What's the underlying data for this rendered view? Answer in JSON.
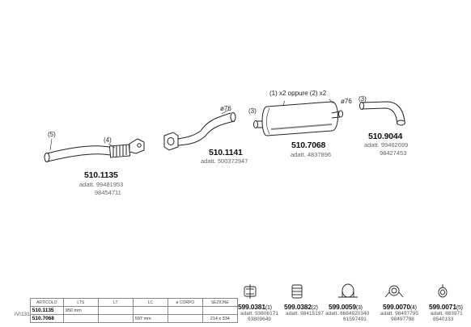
{
  "parts": {
    "front_pipe": {
      "code": "510.1135",
      "adapt": "adatt. 99481953",
      "adapt2": "98454711",
      "label_a": "(5)",
      "label_b": "(4)"
    },
    "middle_pipe": {
      "code": "510.1141",
      "adapt": "adatt. 500372947",
      "diameter": "ø76"
    },
    "silencer": {
      "code": "510.7068",
      "adapt": "adatt. 4837896",
      "note": "(1) x2 oppure (2) x2",
      "label_left": "(3)",
      "diameter": "ø76"
    },
    "tail_pipe": {
      "code": "510.9044",
      "adapt": "adatt. 99462699",
      "adapt2": "98427453",
      "label": "(3)"
    }
  },
  "spec_table": {
    "headers": [
      "ARTICOLO",
      "LTS",
      "LT",
      "LC",
      "ø CORPO",
      "SEZIONE"
    ],
    "side_label": "IVI131",
    "rows": [
      {
        "articolo": "510.1135",
        "lts": "950 mm",
        "lt": "",
        "lc": "",
        "corpo": "",
        "sezione": ""
      },
      {
        "articolo": "510.7068",
        "lts": "",
        "lt": "",
        "lc": "597 mm",
        "corpo": "",
        "sezione": "214 x 334"
      }
    ]
  },
  "accessories": [
    {
      "code": "599.0381",
      "qty": "(1)",
      "ref1": "adatt. 93806171",
      "ref2": "93809649"
    },
    {
      "code": "599.0382",
      "qty": "(2)",
      "ref1": "adatt. 98415197",
      "ref2": ""
    },
    {
      "code": "599.0059",
      "qty": "(3)",
      "ref1": "adatt. 6684920340",
      "ref2": "61597491"
    },
    {
      "code": "599.0070",
      "qty": "(4)",
      "ref1": "adatt. 98497795",
      "ref2": "98497798"
    },
    {
      "code": "599.0071",
      "qty": "(5)",
      "ref1": "adatt. 883971",
      "ref2": "8540133"
    }
  ],
  "colors": {
    "line": "#222222",
    "shade": "#555555"
  }
}
